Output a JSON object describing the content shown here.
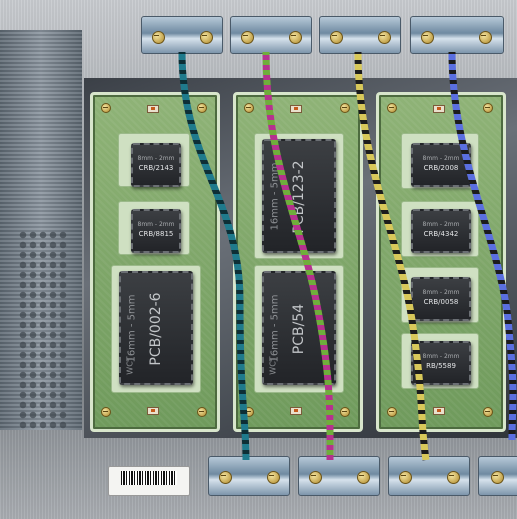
{
  "title": "",
  "boards": [
    {
      "chips": [
        {
          "small_text": "8mm - 2mm",
          "label": "CRB/2143"
        },
        {
          "small_text": "8mm - 2mm",
          "label": "CRB/8815"
        },
        {
          "small_text": "16mm - 5mm",
          "label": "PCB/002-6",
          "brand": "WCT"
        }
      ]
    },
    {
      "chips": [
        {
          "small_text": "16mm - 5mm",
          "label": "PCB/123-2",
          "brand": ""
        },
        {
          "small_text": "16mm - 5mm",
          "label": "PCB/54",
          "brand": "WCT"
        }
      ]
    },
    {
      "chips": [
        {
          "small_text": "8mm - 2mm",
          "label": "CRB/2008"
        },
        {
          "small_text": "8mm - 2mm",
          "label": "CRB/4342"
        },
        {
          "small_text": "8mm - 2mm",
          "label": "CRB/0058"
        },
        {
          "small_text": "8mm - 2mm",
          "label": "RB/5589"
        }
      ]
    }
  ],
  "wires": [
    {
      "color_a": "#1f7a8c",
      "color_b": "#0d2f36"
    },
    {
      "color_a": "#b5318f",
      "color_b": "#6fae3b"
    },
    {
      "color_a": "#d8c85a",
      "color_b": "#1c1c1c"
    },
    {
      "color_a": "#5a6fe0",
      "color_b": "#1c1c1c"
    }
  ],
  "barcode": {
    "number": ""
  }
}
